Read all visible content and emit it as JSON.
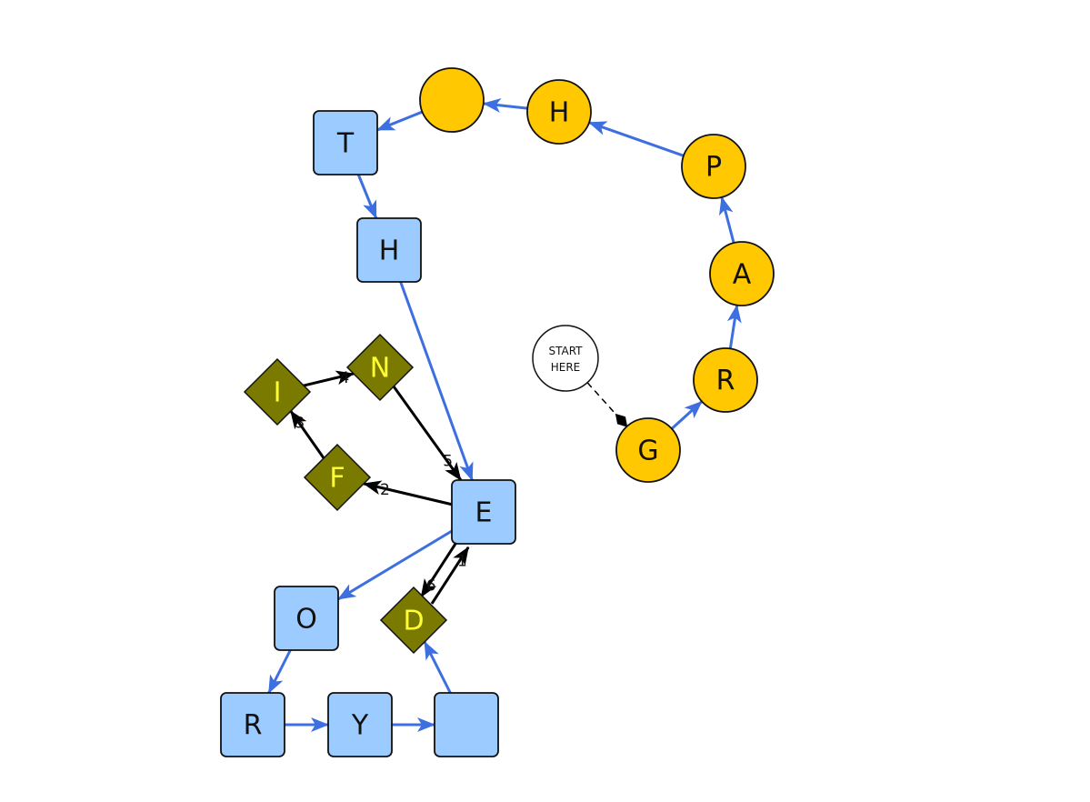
{
  "diagram": {
    "colors": {
      "blue_edge": "#3d6fe0",
      "black_edge": "#000000",
      "square_fill": "#9ccbff",
      "circle_fill": "#ffc800",
      "diamond_fill": "#7a7a00",
      "diamond_text": "#ffff33",
      "dark_text": "#111111",
      "stroke": "#111111"
    },
    "start": {
      "id": "start",
      "lines": [
        "START",
        "HERE"
      ]
    },
    "nodes": [
      {
        "id": "G",
        "label": "G",
        "shape": "circle"
      },
      {
        "id": "R1",
        "label": "R",
        "shape": "circle"
      },
      {
        "id": "A",
        "label": "A",
        "shape": "circle"
      },
      {
        "id": "P",
        "label": "P",
        "shape": "circle"
      },
      {
        "id": "H1",
        "label": "H",
        "shape": "circle"
      },
      {
        "id": "C0",
        "label": "",
        "shape": "circle"
      },
      {
        "id": "T",
        "label": "T",
        "shape": "square"
      },
      {
        "id": "H2",
        "label": "H",
        "shape": "square"
      },
      {
        "id": "E",
        "label": "E",
        "shape": "square"
      },
      {
        "id": "O",
        "label": "O",
        "shape": "square"
      },
      {
        "id": "R2",
        "label": "R",
        "shape": "square"
      },
      {
        "id": "Y",
        "label": "Y",
        "shape": "square"
      },
      {
        "id": "S0",
        "label": "",
        "shape": "square"
      },
      {
        "id": "D",
        "label": "D",
        "shape": "diamond"
      },
      {
        "id": "F",
        "label": "F",
        "shape": "diamond"
      },
      {
        "id": "I",
        "label": "I",
        "shape": "diamond"
      },
      {
        "id": "N",
        "label": "N",
        "shape": "diamond"
      }
    ],
    "edges": [
      {
        "from": "start",
        "to": "G",
        "style": "dashed",
        "label": ""
      },
      {
        "from": "G",
        "to": "R1",
        "style": "blue",
        "label": ""
      },
      {
        "from": "R1",
        "to": "A",
        "style": "blue",
        "label": ""
      },
      {
        "from": "A",
        "to": "P",
        "style": "blue",
        "label": ""
      },
      {
        "from": "P",
        "to": "H1",
        "style": "blue",
        "label": ""
      },
      {
        "from": "H1",
        "to": "C0",
        "style": "blue",
        "label": ""
      },
      {
        "from": "C0",
        "to": "T",
        "style": "blue",
        "label": ""
      },
      {
        "from": "T",
        "to": "H2",
        "style": "blue",
        "label": ""
      },
      {
        "from": "H2",
        "to": "E",
        "style": "blue",
        "label": ""
      },
      {
        "from": "E",
        "to": "O",
        "style": "blue",
        "label": ""
      },
      {
        "from": "O",
        "to": "R2",
        "style": "blue",
        "label": ""
      },
      {
        "from": "R2",
        "to": "Y",
        "style": "blue",
        "label": ""
      },
      {
        "from": "Y",
        "to": "S0",
        "style": "blue",
        "label": ""
      },
      {
        "from": "S0",
        "to": "D",
        "style": "blue",
        "label": ""
      },
      {
        "from": "D",
        "to": "E",
        "style": "black",
        "label": "1"
      },
      {
        "from": "E",
        "to": "F",
        "style": "black",
        "label": "2"
      },
      {
        "from": "F",
        "to": "I",
        "style": "black",
        "label": "3"
      },
      {
        "from": "I",
        "to": "N",
        "style": "black",
        "label": "4"
      },
      {
        "from": "N",
        "to": "E",
        "style": "black",
        "label": "5"
      },
      {
        "from": "E",
        "to": "D",
        "style": "black",
        "label": "6"
      }
    ]
  }
}
